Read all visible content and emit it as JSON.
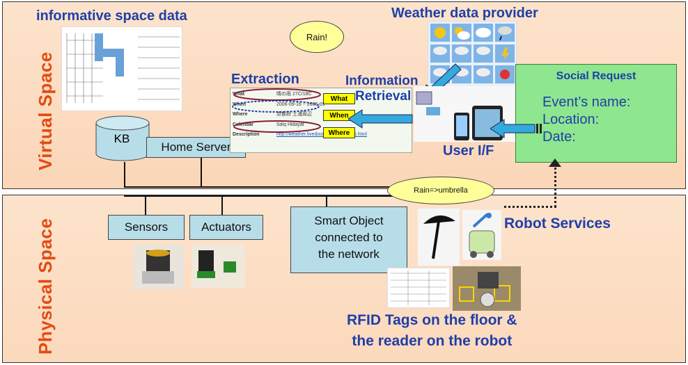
{
  "virtual_label": "Virtual Space",
  "physical_label": "Physical Space",
  "informative_title": "informative space data",
  "weather_title": "Weather data provider",
  "rain_bubble": "Rain!",
  "extraction_label": "Extraction",
  "info_retrieval_line1": "Information",
  "info_retrieval_line2": "Retrieval",
  "kb_label": "KB",
  "home_server_label": "Home Server",
  "user_if_label": "User I/F",
  "social": {
    "title": "Social Request",
    "line1": "Event’s name:",
    "line2": "Location:",
    "line3": "Date:"
  },
  "tags": {
    "what": "What",
    "when": "When",
    "where": "Where"
  },
  "web_rows": [
    {
      "key": "What",
      "val": "晴の雨 27C/18C"
    },
    {
      "key": "When",
      "val": "2006-09-16 ~ 2006-09"
    },
    {
      "key": "Where",
      "val": "京都府 土浦周辺"
    },
    {
      "key": "Calendar",
      "val": "Sdiq Hidayat"
    },
    {
      "key": "Description",
      "val": "http://weather.livedoor.com/area/8/46.html"
    }
  ],
  "sensors_label": "Sensors",
  "actuators_label": "Actuators",
  "smart_object": {
    "line1": "Smart Object",
    "line2": "connected to",
    "line3": "the network"
  },
  "umbrella_bubble": "Rain=>umbrella",
  "robot_services_label": "Robot Services",
  "rfid_line1": "RFID Tags on the floor &",
  "rfid_line2": "the reader on the robot",
  "colors": {
    "accent_orange": "#e24b12",
    "title_blue": "#1f3fa8",
    "box_blue": "#b7dde8",
    "social_green": "#8ee68e"
  }
}
